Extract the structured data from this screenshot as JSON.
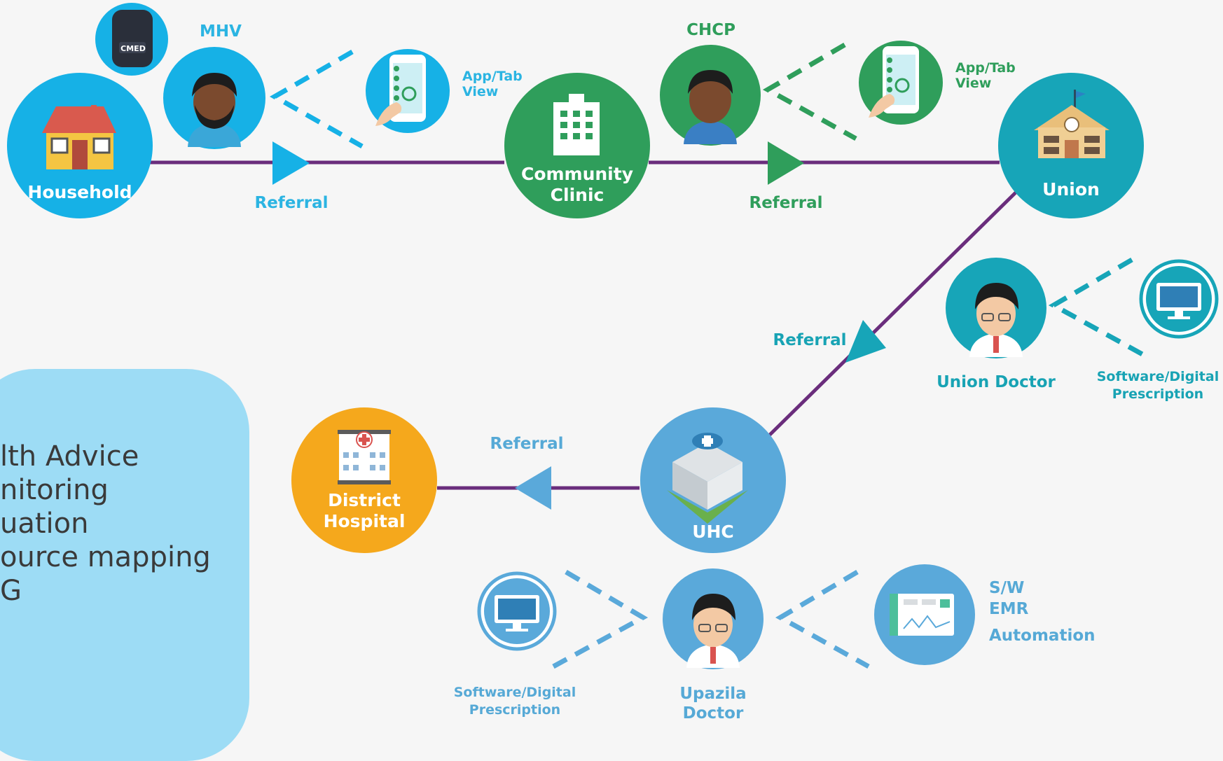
{
  "nodes": {
    "household": "Household",
    "mhv": "MHV",
    "community_clinic_line1": "Community",
    "community_clinic_line2": "Clinic",
    "chcp": "CHCP",
    "union": "Union",
    "union_doctor": "Union Doctor",
    "uhc": "UHC",
    "district_hospital_line1": "District",
    "district_hospital_line2": "Hospital",
    "upazila_doctor_line1": "Upazila",
    "upazila_doctor_line2": "Doctor"
  },
  "referrals": {
    "r1": "Referral",
    "r2": "Referral",
    "r3": "Referral",
    "r4": "Referral"
  },
  "tools": {
    "app_tab_1_line1": "App/Tab",
    "app_tab_1_line2": "View",
    "app_tab_2_line1": "App/Tab",
    "app_tab_2_line2": "View",
    "software_1_line1": "Software/Digital",
    "software_1_line2": "Prescription",
    "software_2_line1": "Software/Digital",
    "software_2_line2": "Prescription",
    "sw": "S/W",
    "emr": "EMR",
    "automation": "Automation"
  },
  "badge": {
    "cmed": "CMED"
  },
  "left_panel": {
    "items": [
      "lth Advice",
      "nitoring",
      "uation",
      "ource mapping",
      "G"
    ]
  },
  "colors": {
    "household": "#16b1e6",
    "mhv": "#16b1e6",
    "community_clinic": "#2f9e5b",
    "chcp": "#2f9e5b",
    "union": "#17a5b8",
    "union_doctor": "#17a5b8",
    "uhc": "#5aa9da",
    "district_hospital": "#f5a81c",
    "upazila_doctor": "#5aa9da",
    "referral_line": "#6a2d7c",
    "left_panel": "#9ddcf5"
  }
}
